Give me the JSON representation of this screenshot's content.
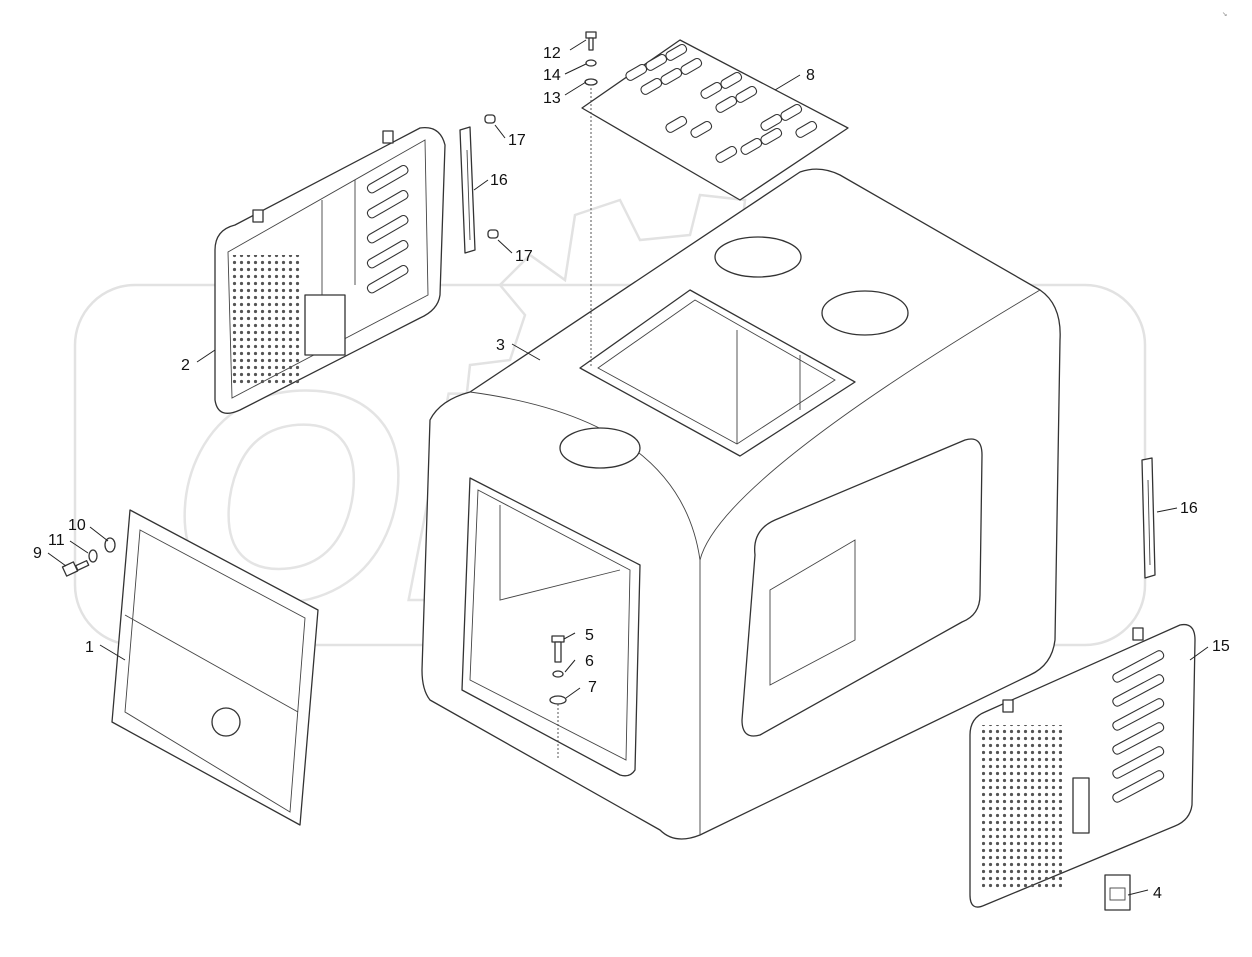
{
  "diagram": {
    "watermark": "OPEX",
    "corner_mark": "↘",
    "parts": [
      {
        "id": "p1",
        "label": "1"
      },
      {
        "id": "p2",
        "label": "2"
      },
      {
        "id": "p3",
        "label": "3"
      },
      {
        "id": "p4",
        "label": "4"
      },
      {
        "id": "p5",
        "label": "5"
      },
      {
        "id": "p6",
        "label": "6"
      },
      {
        "id": "p7",
        "label": "7"
      },
      {
        "id": "p8",
        "label": "8"
      },
      {
        "id": "p9",
        "label": "9"
      },
      {
        "id": "p10",
        "label": "10"
      },
      {
        "id": "p11",
        "label": "11"
      },
      {
        "id": "p12",
        "label": "12"
      },
      {
        "id": "p13",
        "label": "13"
      },
      {
        "id": "p14",
        "label": "14"
      },
      {
        "id": "p15",
        "label": "15"
      },
      {
        "id": "p16a",
        "label": "16"
      },
      {
        "id": "p16b",
        "label": "16"
      },
      {
        "id": "p17a",
        "label": "17"
      },
      {
        "id": "p17b",
        "label": "17"
      }
    ]
  }
}
